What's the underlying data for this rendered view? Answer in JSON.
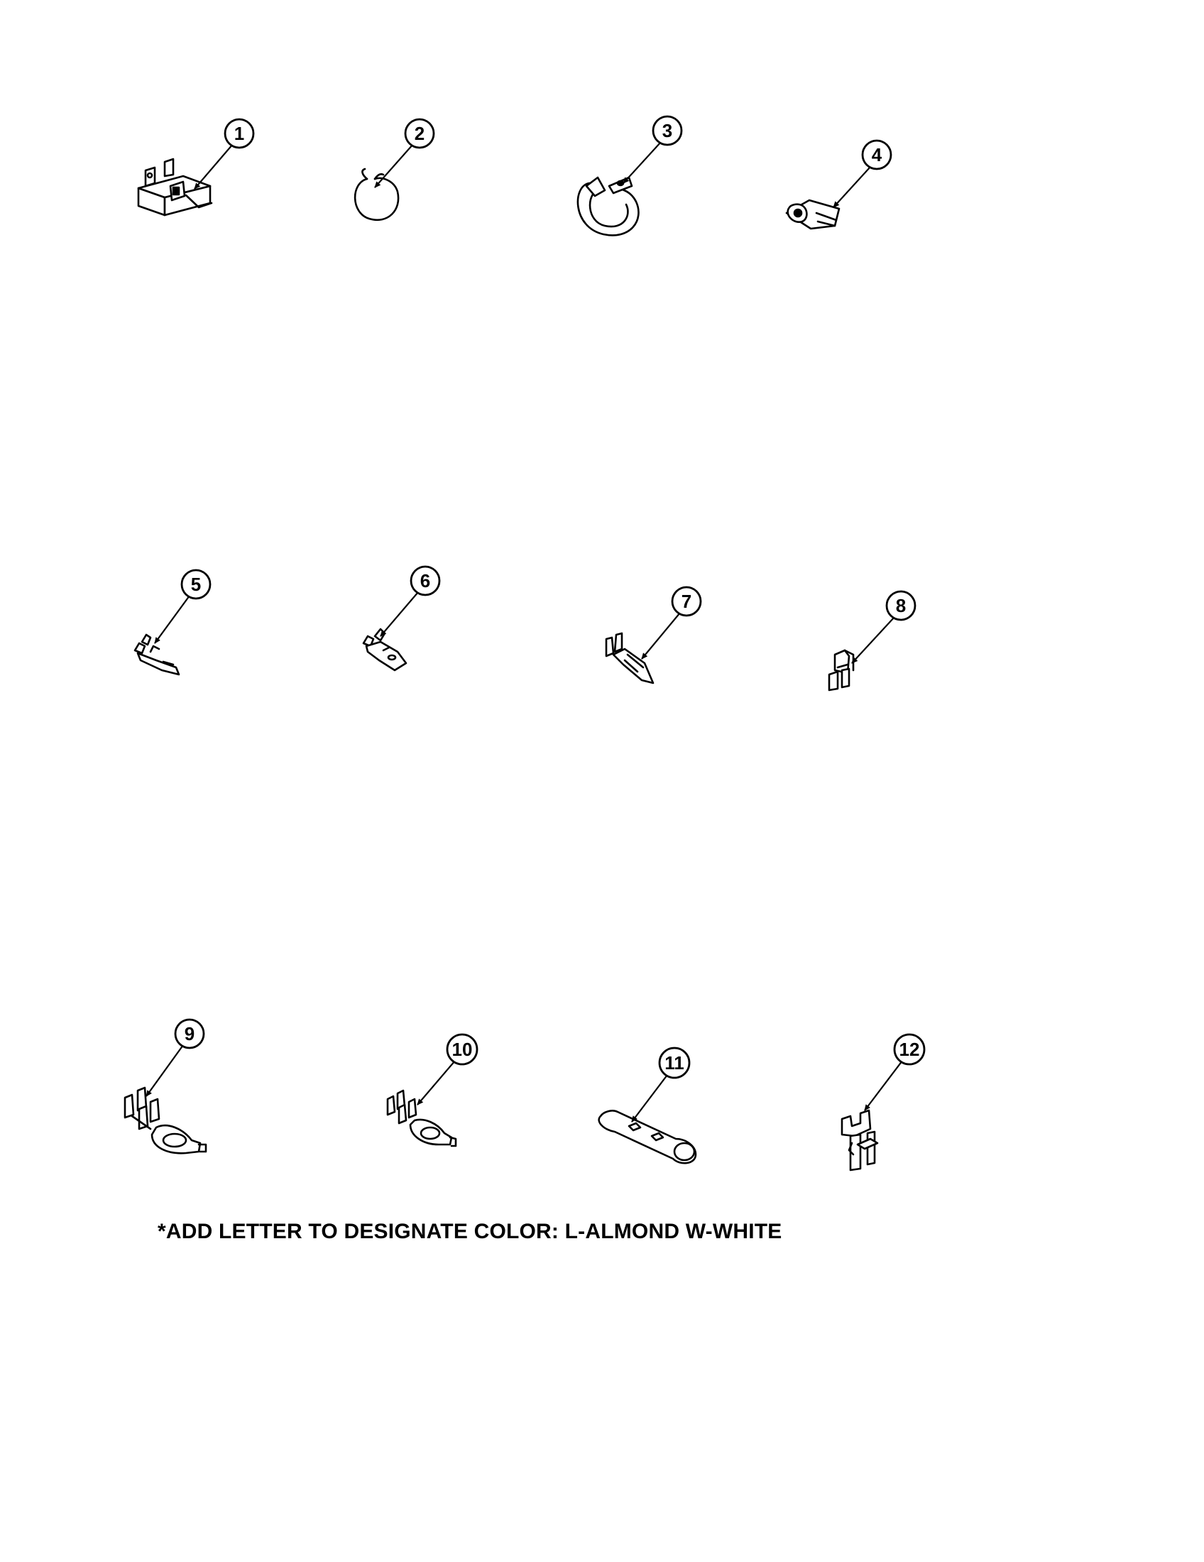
{
  "callouts": [
    {
      "label": "1"
    },
    {
      "label": "2"
    },
    {
      "label": "3"
    },
    {
      "label": "4"
    },
    {
      "label": "5"
    },
    {
      "label": "6"
    },
    {
      "label": "7"
    },
    {
      "label": "8"
    },
    {
      "label": "9"
    },
    {
      "label": "10"
    },
    {
      "label": "11"
    },
    {
      "label": "12"
    }
  ],
  "footnote": "*ADD LETTER TO DESIGNATE COLOR: L-ALMOND  W-WHITE"
}
